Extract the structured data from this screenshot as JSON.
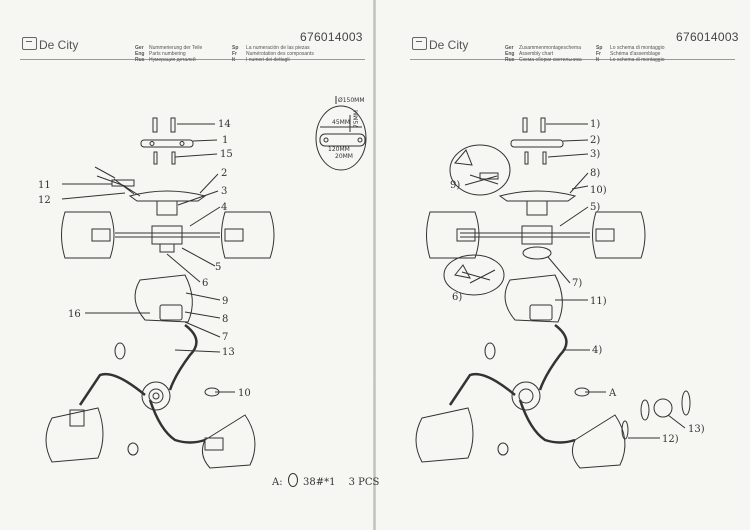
{
  "left": {
    "brand": "De City",
    "model": "676014003",
    "lang_col1": [
      {
        "code": "Ger",
        "text": "Nummerierung der Teile"
      },
      {
        "code": "Eng",
        "text": "Parts numbering"
      },
      {
        "code": "Rus",
        "text": "Нумерация деталей"
      }
    ],
    "lang_col2": [
      {
        "code": "Sp",
        "text": "La numeración de las piezas"
      },
      {
        "code": "Fr",
        "text": "Numérotation des composants"
      },
      {
        "code": "It",
        "text": "I numeri dei dettagli"
      }
    ],
    "callouts": [
      "14",
      "1",
      "15",
      "2",
      "3",
      "4",
      "11",
      "12",
      "5",
      "6",
      "9",
      "8",
      "16",
      "7",
      "13",
      "10"
    ],
    "detail": {
      "diameter": "Ø150MM",
      "d1": "45MM",
      "d2": "120MM",
      "d3": "20MM",
      "d4": "75MM"
    },
    "crystal_note": {
      "prefix": "A:",
      "text": "38#*1",
      "qty": "3 PCS"
    }
  },
  "right": {
    "brand": "De City",
    "model": "676014003",
    "lang_col1": [
      {
        "code": "Ger",
        "text": "Zusammenmontageschema"
      },
      {
        "code": "Eng",
        "text": "Assembly chart"
      },
      {
        "code": "Rus",
        "text": "Схема сборки светильника"
      }
    ],
    "lang_col2": [
      {
        "code": "Sp",
        "text": "Lo schema di montaggio"
      },
      {
        "code": "Fr",
        "text": "Schéma d'assemblage"
      },
      {
        "code": "It",
        "text": "Lo schema di montaggio"
      }
    ],
    "callouts": [
      "1)",
      "2)",
      "3)",
      "8)",
      "9)",
      "10)",
      "5)",
      "7)",
      "6)",
      "11)",
      "4)",
      "A",
      "12)",
      "13)"
    ]
  }
}
